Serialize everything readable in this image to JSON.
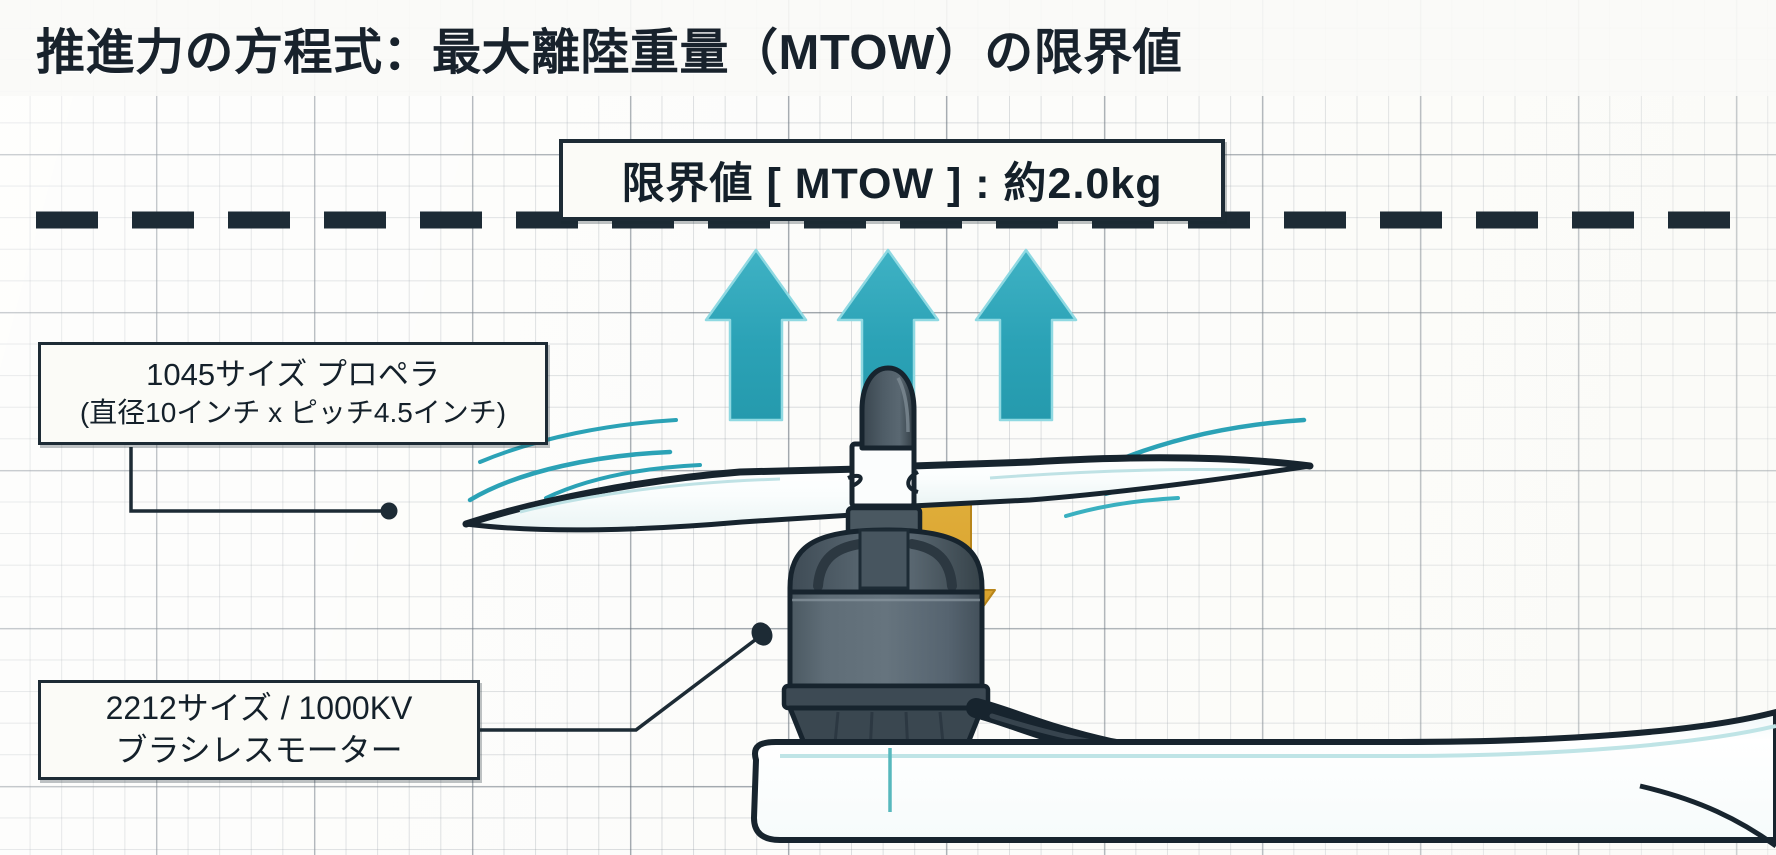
{
  "page": {
    "title": "推進力の方程式：最大離陸重量（MTOW）の限界値",
    "background": "#fcfcfa",
    "ink": "#1d2b35"
  },
  "limit_callout": {
    "text": "限界値 [ MTOW ] : 約2.0kg",
    "value_kg": "2.0",
    "label": "限界値",
    "acronym": "MTOW"
  },
  "limit_line": {
    "name": "mtow-limit-dashed-line",
    "style": "dashed",
    "color": "#1d2b35"
  },
  "propeller_callout": {
    "line1": "1045サイズ プロペラ",
    "line2": "(直径10インチ x ピッチ4.5インチ)",
    "size_code": "1045",
    "diameter_in": "10",
    "pitch_in": "4.5"
  },
  "motor_callout": {
    "line1": "2212サイズ / 1000KV",
    "line2": "ブラシレスモーター",
    "size_code": "2212",
    "kv": "1000KV"
  },
  "thrust_arrows": {
    "name": "thrust-up-arrows",
    "count": 3,
    "direction": "up",
    "color": "#2ba2b6",
    "meaning": "thrust"
  },
  "weight_arrow": {
    "name": "weight-down-arrow",
    "count": 1,
    "direction": "down",
    "color": "#d9a32e",
    "meaning": "weight"
  },
  "colors": {
    "teal": "#2ba2b6",
    "teal_light": "#7fd3de",
    "gold": "#d9a32e",
    "gold_dark": "#c08f1f",
    "ink": "#1d2b35",
    "motor_body": "#5d6b75",
    "motor_dark": "#3b4852",
    "paper": "#fcfcfa",
    "grid": "#78828c"
  }
}
